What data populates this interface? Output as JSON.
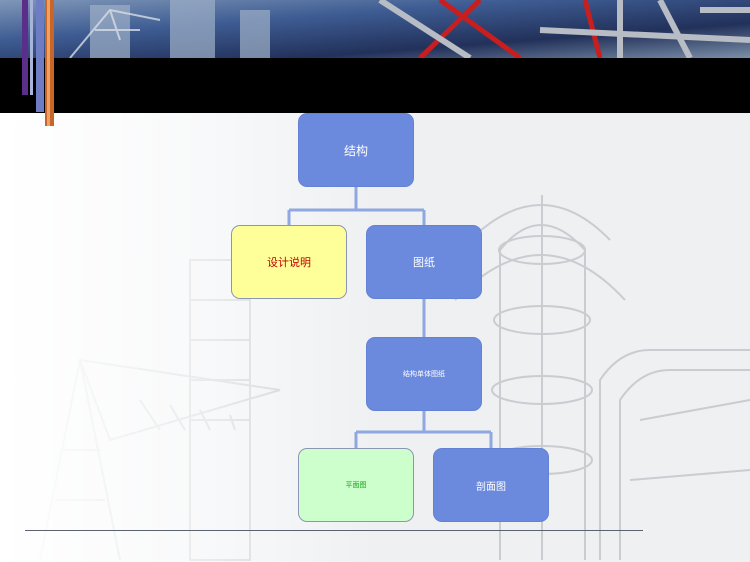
{
  "colors": {
    "node_blue": "#6b8add",
    "node_yellow": "#ffff99",
    "node_green": "#ccffcc",
    "connector": "#8fa8e0",
    "banner_bar": "#000000"
  },
  "diagram": {
    "root": {
      "label": "结构"
    },
    "notes": {
      "label": "设计说明"
    },
    "drawings": {
      "label": "图纸"
    },
    "unit_drawings": {
      "label": "结构单体图纸"
    },
    "plan": {
      "label": "平面图"
    },
    "section": {
      "label": "剖面图"
    }
  }
}
